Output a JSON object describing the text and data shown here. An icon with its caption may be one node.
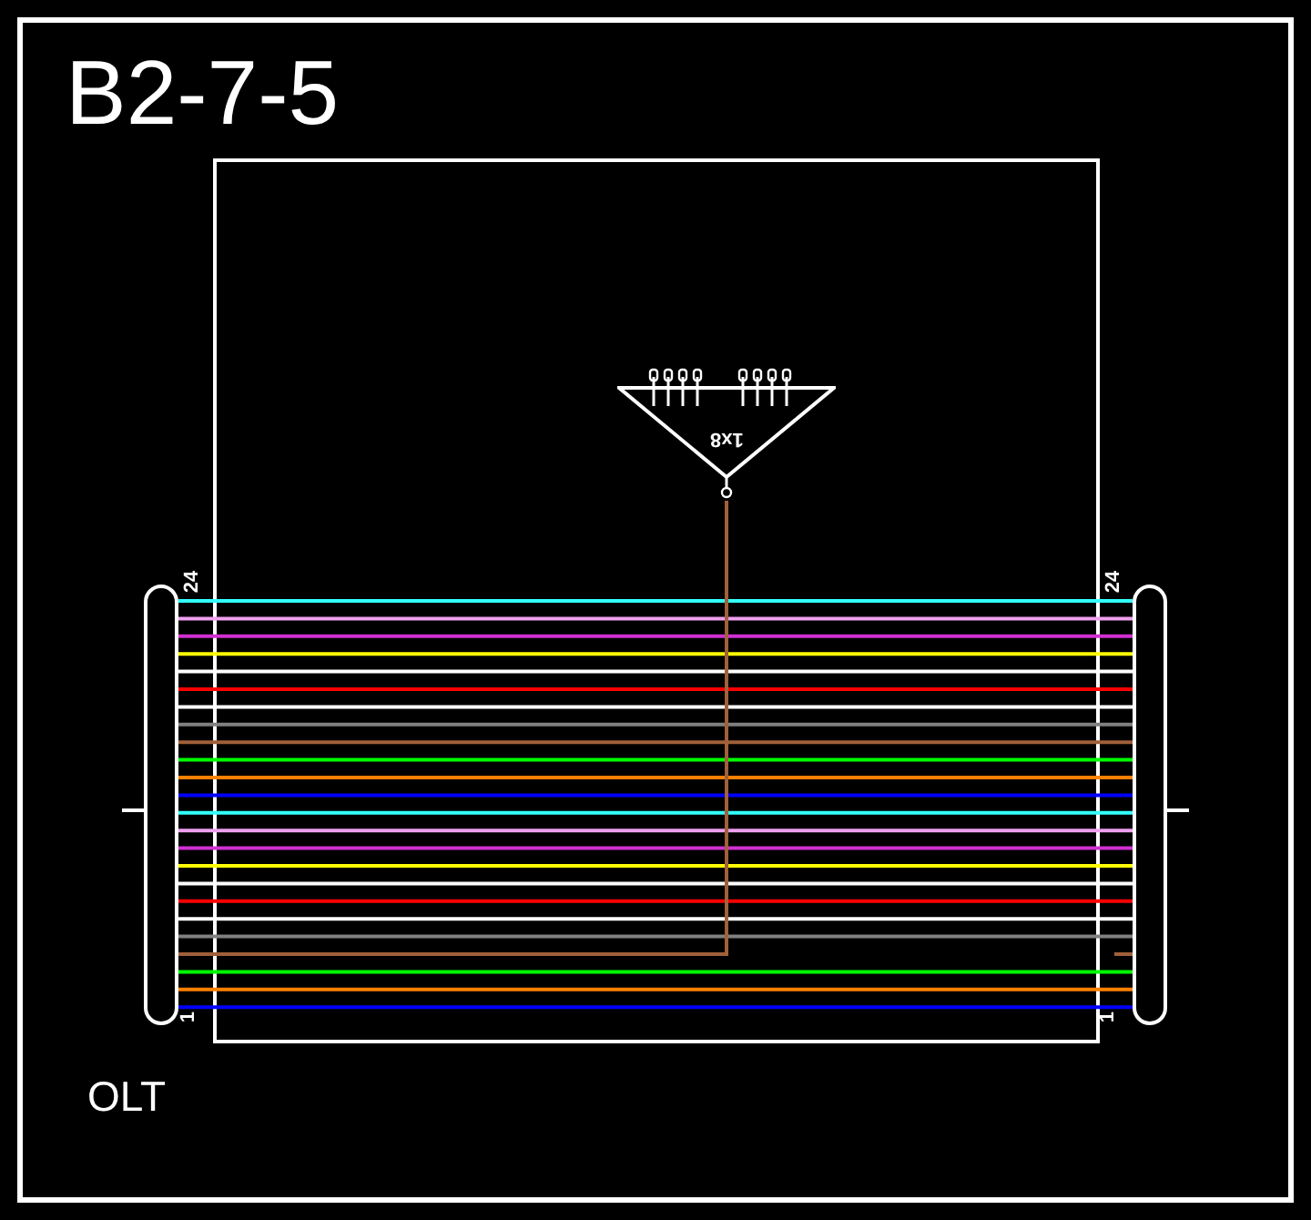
{
  "diagram": {
    "title": "B2-7-5",
    "nodes": [
      {
        "text": [],
        "shape": "bar"
      },
      {
        "text": [],
        "shape": "bar"
      },
      {
        "text": [
          "1x8"
        ]
      }
    ],
    "edges": [
      {
        "from": 0,
        "to": 1,
        "arrow": "none",
        "color": "#33ffff"
      },
      {
        "from": 0,
        "to": 1,
        "arrow": "none",
        "color": "#f0a0f0"
      },
      {
        "from": 0,
        "to": 1,
        "arrow": "none",
        "color": "#d030d0"
      },
      {
        "from": 0,
        "to": 1,
        "arrow": "none",
        "color": "#ffff00"
      },
      {
        "from": 0,
        "to": 1,
        "arrow": "none"
      },
      {
        "from": 0,
        "to": 1,
        "arrow": "none",
        "color": "#ff0000"
      },
      {
        "from": 0,
        "to": 1,
        "arrow": "none"
      },
      {
        "from": 0,
        "to": 1,
        "arrow": "none",
        "color": "#808080"
      },
      {
        "from": 0,
        "to": 1,
        "arrow": "none",
        "color": "#a0603a"
      },
      {
        "from": 0,
        "to": 1,
        "arrow": "none",
        "color": "#00ff00"
      },
      {
        "from": 0,
        "to": 1,
        "arrow": "none",
        "color": "#ff8000"
      },
      {
        "from": 0,
        "to": 1,
        "arrow": "none",
        "color": "#0000ff"
      },
      {
        "from": 0,
        "to": 1,
        "arrow": "none",
        "color": "#33ffff"
      },
      {
        "from": 0,
        "to": 1,
        "arrow": "none",
        "color": "#f0a0f0"
      },
      {
        "from": 0,
        "to": 1,
        "arrow": "none",
        "color": "#d030d0"
      },
      {
        "from": 0,
        "to": 1,
        "arrow": "none",
        "color": "#ffff00"
      },
      {
        "from": 0,
        "to": 1,
        "arrow": "none"
      },
      {
        "from": 0,
        "to": 1,
        "arrow": "none",
        "color": "#ff0000"
      },
      {
        "from": 0,
        "to": 1,
        "arrow": "none"
      },
      {
        "from": 0,
        "to": 1,
        "arrow": "none",
        "color": "#808080"
      },
      {
        "from": 0,
        "to": 2,
        "arrow": "none",
        "color": "#a0603a"
      },
      {
        "from": 1,
        "to": null,
        "arrow": "none",
        "color": "#a0603a"
      },
      {
        "from": 0,
        "to": 1,
        "arrow": "none",
        "color": "#00ff00"
      },
      {
        "from": 0,
        "to": 1,
        "arrow": "none",
        "color": "#ff8000"
      },
      {
        "from": 0,
        "to": 1,
        "arrow": "none",
        "color": "#0000ff"
      }
    ],
    "labels": [
      "24",
      "1",
      "24",
      "1",
      "OLT"
    ]
  }
}
